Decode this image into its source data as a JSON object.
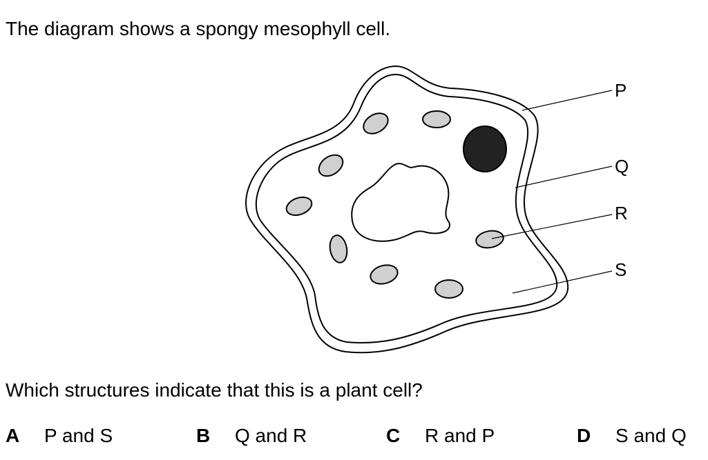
{
  "question": {
    "intro": "The diagram shows a spongy mesophyll cell.",
    "prompt": "Which structures indicate that this is a plant cell?"
  },
  "diagram": {
    "labels": [
      "P",
      "Q",
      "R",
      "S"
    ],
    "structures": {
      "cell_wall_fill": "#ffffff",
      "chloroplast_fill": "#d0d0d0",
      "nucleus_fill": "#222222",
      "vacuole_fill": "#ffffff",
      "outline": "#000000"
    }
  },
  "options": [
    {
      "letter": "A",
      "text": "P and S"
    },
    {
      "letter": "B",
      "text": "Q and R"
    },
    {
      "letter": "C",
      "text": "R and P"
    },
    {
      "letter": "D",
      "text": "S and Q"
    }
  ]
}
